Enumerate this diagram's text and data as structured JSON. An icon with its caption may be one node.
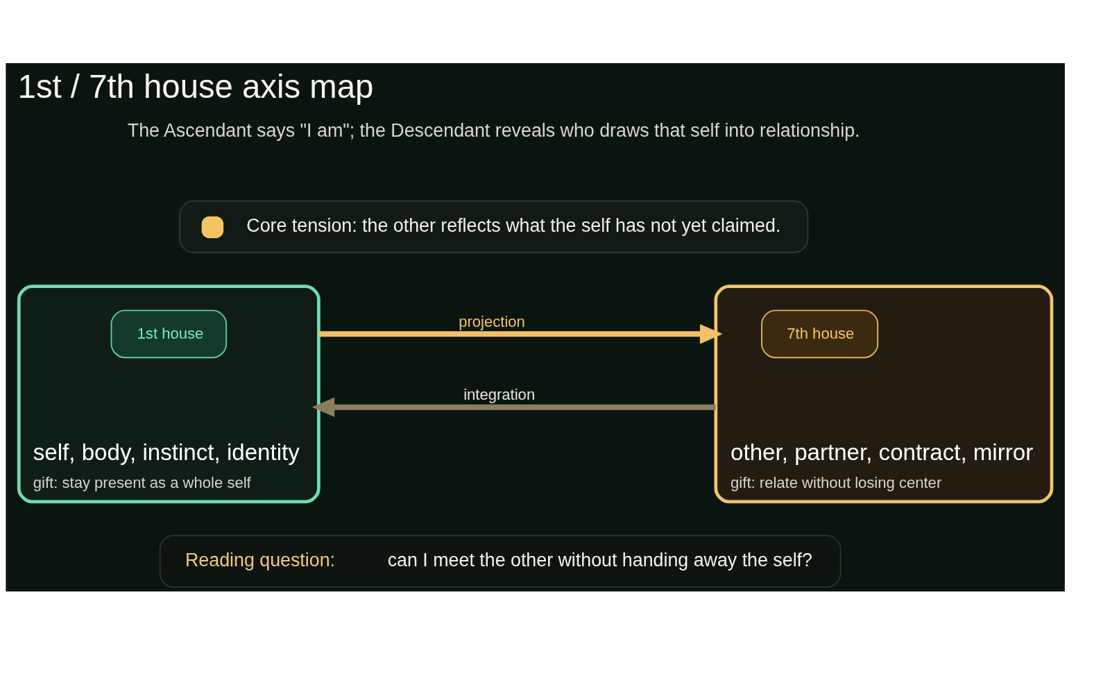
{
  "diagram": {
    "title": "1st / 7th house axis map",
    "nodes": [
      {
        "text": [
          "Core tension: the other reflects what the self has not yet claimed."
        ]
      },
      {
        "text": [
          "self, body, instinct, identity",
          "gift: stay present as a whole self"
        ]
      },
      {
        "text": [
          "1st house"
        ],
        "in": 1
      },
      {
        "text": [
          "other, partner, contract, mirror",
          "gift: relate without losing center"
        ]
      },
      {
        "text": [
          "7th house"
        ],
        "in": 3
      },
      {
        "text": [
          "Reading question:",
          "can I meet the other without handing away the self?"
        ]
      }
    ],
    "edges": [
      {
        "from": 1,
        "to": 3,
        "arrow": "to",
        "label": "projection",
        "color": "#f5c163"
      },
      {
        "from": 3,
        "to": 1,
        "arrow": "to",
        "label": "integration",
        "color": "#8a7f5a"
      }
    ],
    "labels": [
      "The Ascendant says \"I am\"; the Descendant reveals who draws that self into relationship."
    ]
  }
}
